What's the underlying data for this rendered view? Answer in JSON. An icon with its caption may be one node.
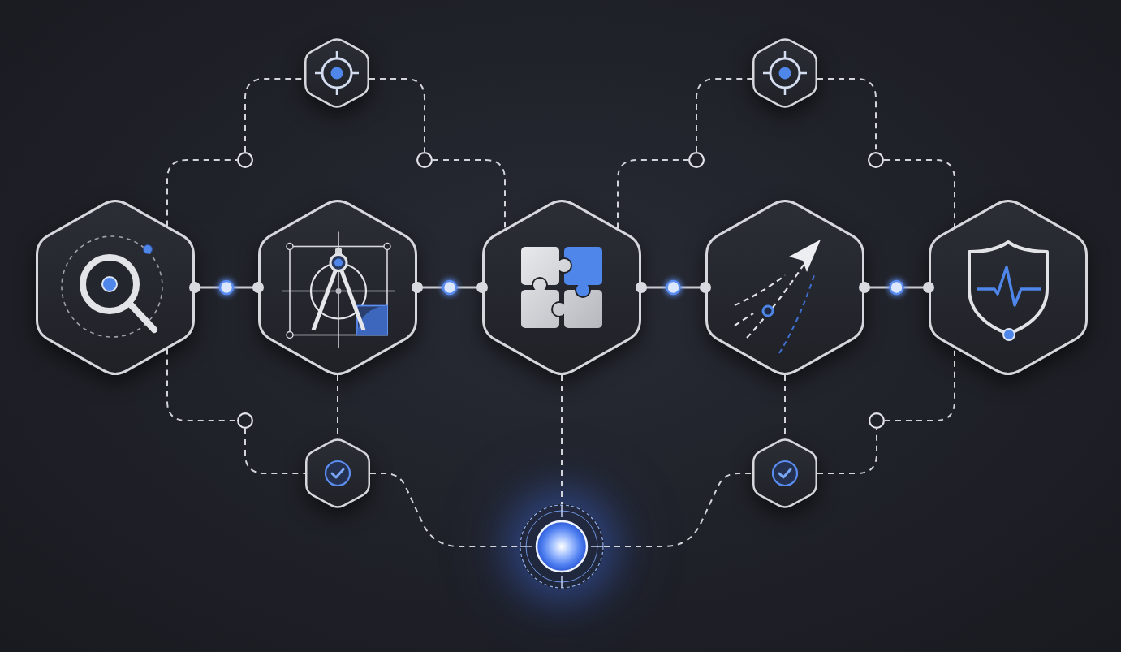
{
  "diagram": {
    "nodes": [
      {
        "text": [],
        "shape": "hexagon"
      },
      {
        "text": [],
        "shape": "hexagon"
      },
      {
        "text": [],
        "shape": "circle"
      },
      {
        "text": [],
        "shape": "circle"
      },
      {
        "text": [],
        "shape": "circle"
      },
      {
        "text": [],
        "shape": "circle"
      },
      {
        "text": [],
        "shape": "hexagon"
      },
      {
        "text": [],
        "shape": "hexagon"
      },
      {
        "text": [],
        "shape": "hexagon"
      },
      {
        "text": [],
        "shape": "hexagon"
      },
      {
        "text": [],
        "shape": "hexagon"
      },
      {
        "text": [],
        "shape": "circle"
      },
      {
        "text": [],
        "shape": "circle"
      },
      {
        "text": [],
        "shape": "hexagon"
      },
      {
        "text": [],
        "shape": "hexagon"
      },
      {
        "text": [],
        "shape": "circle"
      }
    ],
    "edges": [
      {
        "from": 6,
        "to": 7,
        "arrow": "other"
      },
      {
        "from": 7,
        "to": 8,
        "arrow": "other"
      },
      {
        "from": 8,
        "to": 9,
        "arrow": "other"
      },
      {
        "from": 9,
        "to": 10,
        "arrow": "other"
      },
      {
        "from": 6,
        "to": 2,
        "arrow": "none",
        "style": "dashed"
      },
      {
        "from": 2,
        "to": 0,
        "arrow": "none",
        "style": "dashed"
      },
      {
        "from": 0,
        "to": 3,
        "arrow": "none",
        "style": "dashed"
      },
      {
        "from": 3,
        "to": 8,
        "arrow": "none",
        "style": "dashed"
      },
      {
        "from": 8,
        "to": 4,
        "arrow": "none",
        "style": "dashed"
      },
      {
        "from": 4,
        "to": 1,
        "arrow": "none",
        "style": "dashed"
      },
      {
        "from": 1,
        "to": 5,
        "arrow": "none",
        "style": "dashed"
      },
      {
        "from": 5,
        "to": 10,
        "arrow": "none",
        "style": "dashed"
      },
      {
        "from": 6,
        "to": 11,
        "arrow": "none",
        "style": "dashed"
      },
      {
        "from": 11,
        "to": 13,
        "arrow": "none",
        "style": "dashed"
      },
      {
        "from": 7,
        "to": 13,
        "arrow": "none",
        "style": "dashed"
      },
      {
        "from": 13,
        "to": 15,
        "arrow": "none",
        "style": "dashed"
      },
      {
        "from": 8,
        "to": 15,
        "arrow": "none",
        "style": "dashed"
      },
      {
        "from": 15,
        "to": 14,
        "arrow": "none",
        "style": "dashed"
      },
      {
        "from": 9,
        "to": 14,
        "arrow": "none",
        "style": "dashed"
      },
      {
        "from": 14,
        "to": 12,
        "arrow": "none",
        "style": "dashed"
      },
      {
        "from": 12,
        "to": 10,
        "arrow": "none",
        "style": "dashed"
      }
    ]
  }
}
